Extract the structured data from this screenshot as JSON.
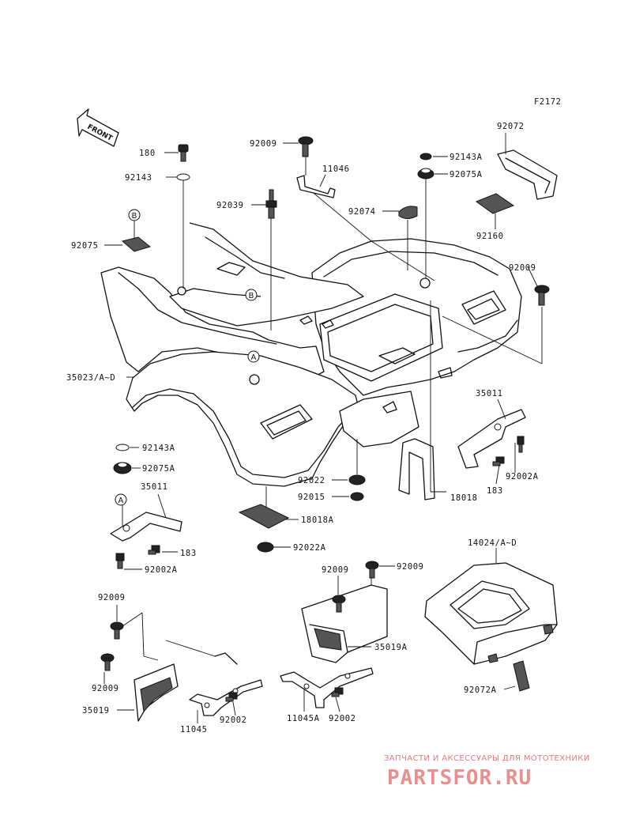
{
  "diagram": {
    "code": "F2172",
    "front_label": "FRONT",
    "callouts": {
      "A": "A",
      "B": "B"
    },
    "labels": {
      "p180": "180",
      "p92143": "92143",
      "p92075": "92075",
      "p92009_top": "92009",
      "p11046": "11046",
      "p92039": "92039",
      "p92143A_top": "92143A",
      "p92075A_top": "92075A",
      "p92074": "92074",
      "p92072": "92072",
      "p92160": "92160",
      "p92009_right": "92009",
      "p35023": "35023/A~D",
      "p35011_right": "35011",
      "p92002A_right": "92002A",
      "p183_right": "183",
      "p18018": "18018",
      "p92022": "92022",
      "p92015": "92015",
      "p18018A": "18018A",
      "p92022A": "92022A",
      "p92143A_left": "92143A",
      "p92075A_left": "92075A",
      "p35011_left": "35011",
      "p183_left": "183",
      "p92002A_left": "92002A",
      "p14024": "14024/A~D",
      "p92009_mid": "92009",
      "p92009_mid2": "92009",
      "p35019A": "35019A",
      "p92072A": "92072A",
      "p92009_bl": "92009",
      "p92009_bl2": "92009",
      "p35019": "35019",
      "p11045": "11045",
      "p92002_a": "92002",
      "p11045A": "11045A",
      "p92002_b": "92002"
    }
  },
  "watermark": {
    "subtitle": "ЗАПЧАСТИ И АКСЕССУАРЫ ДЛЯ МОТОТЕХНИКИ",
    "brand": "PARTSFOR.RU",
    "color": "#e07b7b"
  }
}
